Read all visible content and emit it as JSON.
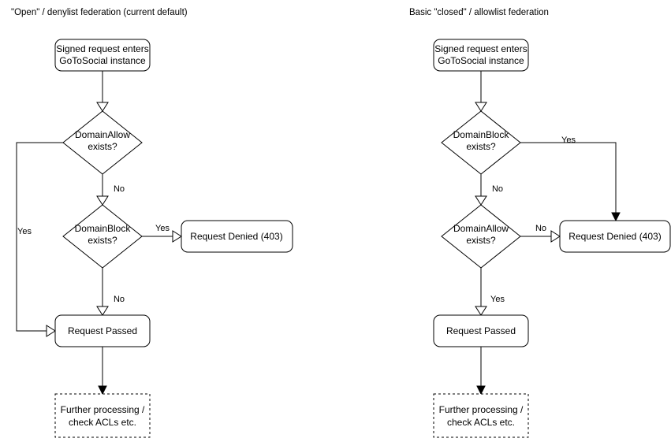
{
  "diagram": {
    "title_left": "\"Open\" / denylist federation (current default)",
    "title_right": "Basic \"closed\" / allowlist federation",
    "columns": [
      {
        "id": "left",
        "title": "\"Open\" / denylist federation (current default)",
        "nodes": [
          {
            "id": "left-entry",
            "shape": "rounded-rect",
            "line1": "Signed request enters",
            "line2": "GoToSocial instance"
          },
          {
            "id": "left-d1",
            "shape": "diamond",
            "line1": "DomainAllow",
            "line2": "exists?"
          },
          {
            "id": "left-d2",
            "shape": "diamond",
            "line1": "DomainBlock",
            "line2": "exists?"
          },
          {
            "id": "left-denied",
            "shape": "rounded-rect",
            "line1": "Request Denied (403)",
            "line2": ""
          },
          {
            "id": "left-passed",
            "shape": "rounded-rect",
            "line1": "Request Passed",
            "line2": ""
          },
          {
            "id": "left-further",
            "shape": "dashed-rect",
            "line1": "Further processing /",
            "line2": "check ACLs etc."
          }
        ],
        "edge_labels": {
          "d1_yes": "Yes",
          "d1_no": "No",
          "d2_yes": "Yes",
          "d2_no": "No"
        }
      },
      {
        "id": "right",
        "title": "Basic \"closed\" / allowlist federation",
        "nodes": [
          {
            "id": "right-entry",
            "shape": "rounded-rect",
            "line1": "Signed request enters",
            "line2": "GoToSocial instance"
          },
          {
            "id": "right-d1",
            "shape": "diamond",
            "line1": "DomainBlock",
            "line2": "exists?"
          },
          {
            "id": "right-d2",
            "shape": "diamond",
            "line1": "DomainAllow",
            "line2": "exists?"
          },
          {
            "id": "right-denied",
            "shape": "rounded-rect",
            "line1": "Request Denied (403)",
            "line2": ""
          },
          {
            "id": "right-passed",
            "shape": "rounded-rect",
            "line1": "Request Passed",
            "line2": ""
          },
          {
            "id": "right-further",
            "shape": "dashed-rect",
            "line1": "Further processing /",
            "line2": "check ACLs etc."
          }
        ],
        "edge_labels": {
          "d1_yes": "Yes",
          "d1_no": "No",
          "d2_no": "No",
          "d2_yes": "Yes"
        }
      }
    ],
    "colors": {
      "stroke": "#000000",
      "fill": "#ffffff",
      "text": "#000000",
      "background": "#ffffff"
    }
  }
}
